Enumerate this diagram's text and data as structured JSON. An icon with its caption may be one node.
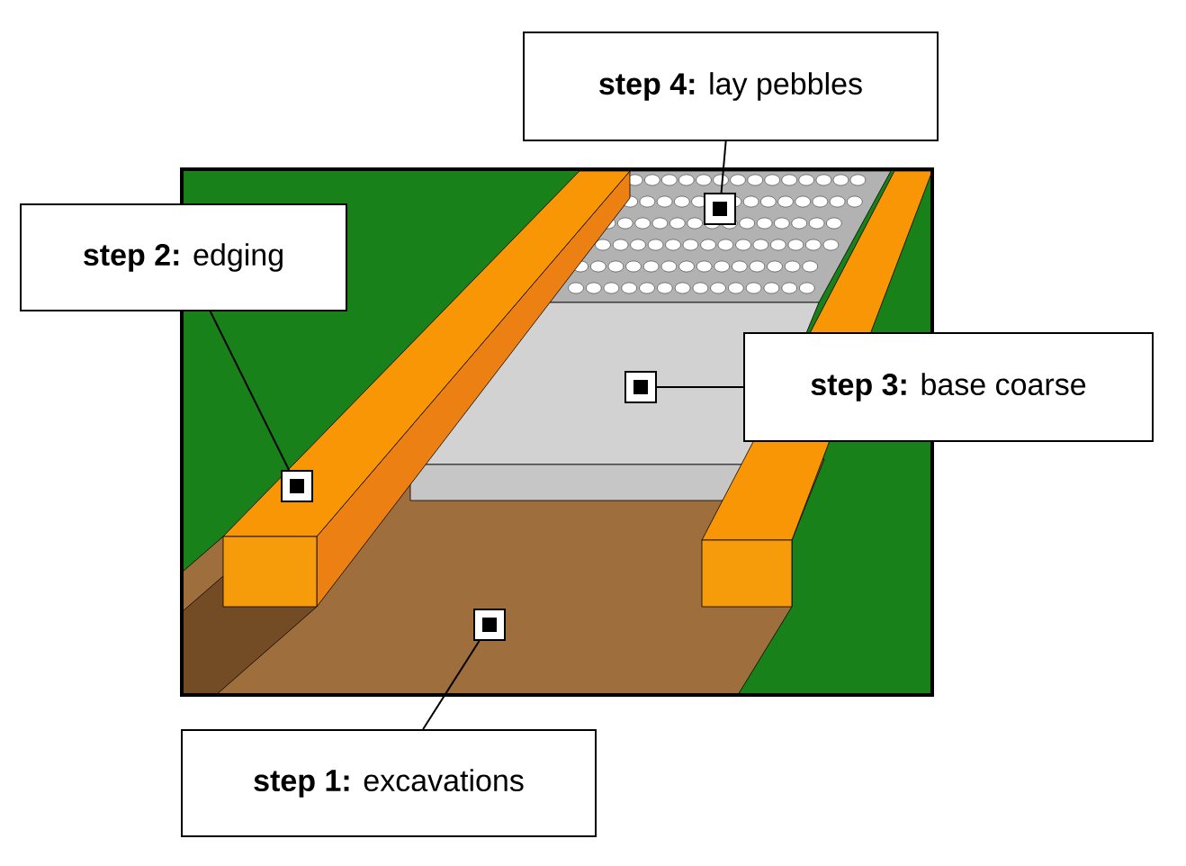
{
  "diagram": {
    "nodes": [
      {
        "text": [
          "**step 4:** lay pebbles"
        ]
      },
      {
        "text": [
          "**step 2:** edging"
        ]
      },
      {
        "text": [
          "**step 3:** base coarse"
        ]
      },
      {
        "text": [
          "**step 1:** excavations"
        ]
      },
      {
        "text": [],
        "shape": "box"
      },
      {
        "text": [],
        "shape": "box"
      },
      {
        "text": [],
        "shape": "box"
      },
      {
        "text": [],
        "shape": "box"
      }
    ],
    "edges": [
      {
        "from": 0,
        "to": 7,
        "arrow": "none"
      },
      {
        "from": 1,
        "to": 4,
        "arrow": "none"
      },
      {
        "from": 2,
        "to": 6,
        "arrow": "none"
      },
      {
        "from": 3,
        "to": 5,
        "arrow": "none"
      }
    ]
  }
}
